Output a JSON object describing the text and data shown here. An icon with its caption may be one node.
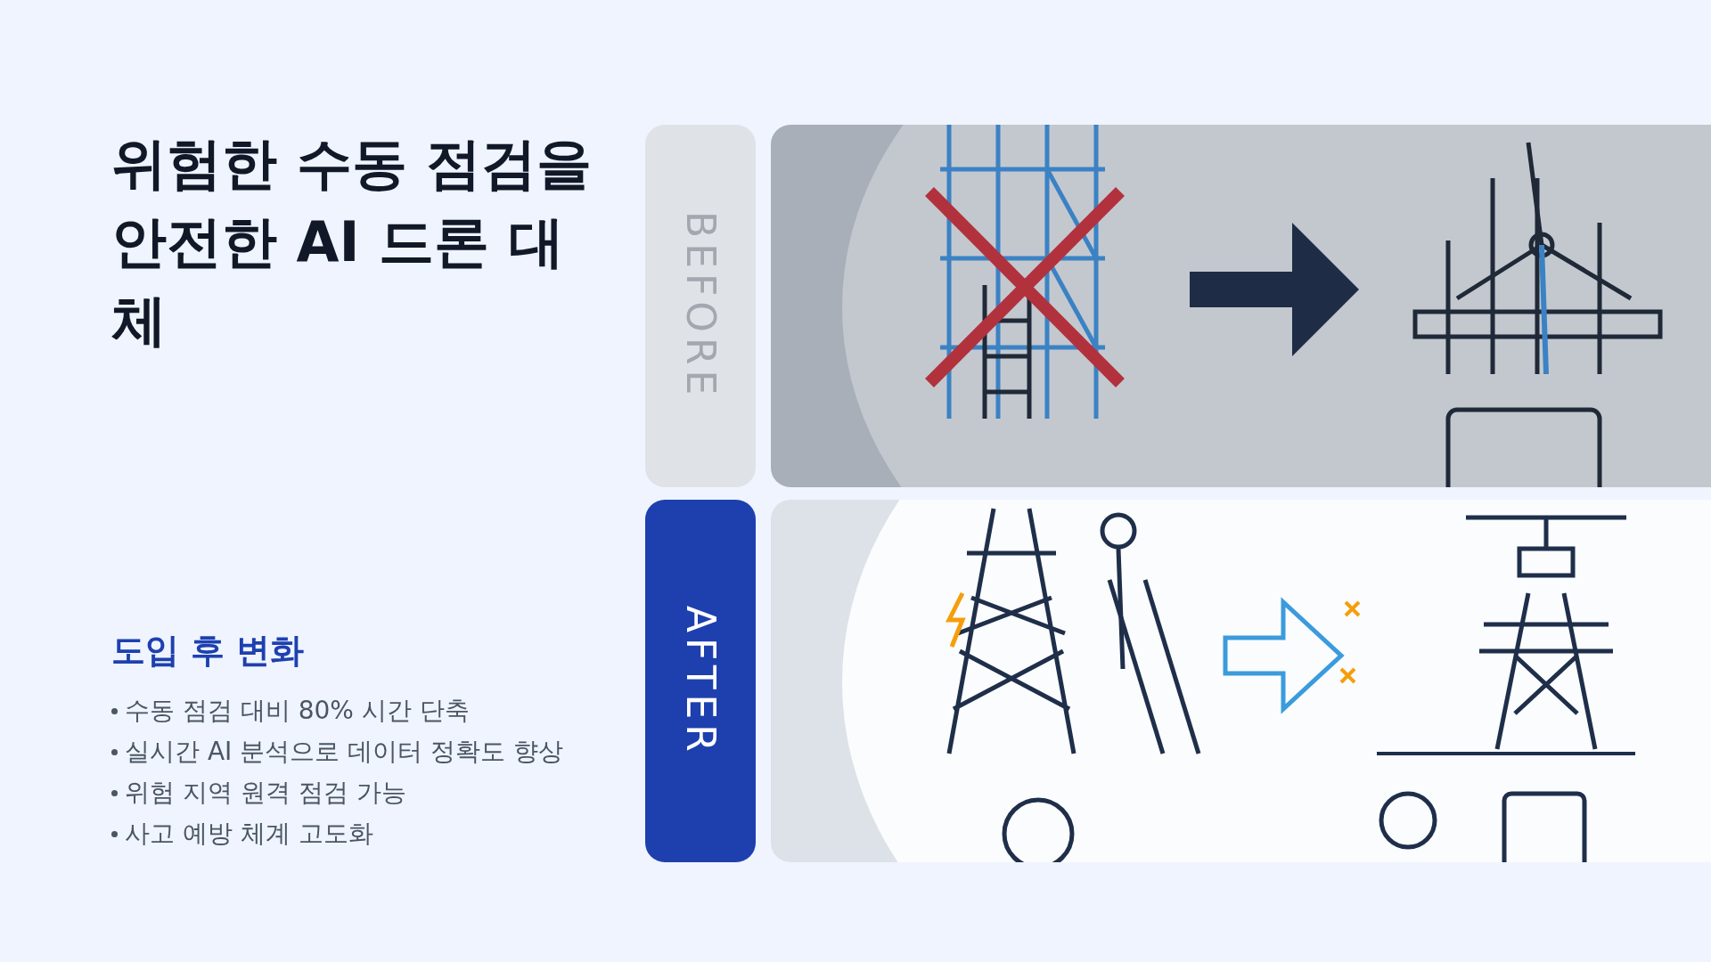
{
  "diagram": {
    "title": "위험한 수동 점검을 안전한 AI 드론 대체",
    "labels": [
      "BEFORE",
      "AFTER",
      "도입 후 변화",
      "수동 점검 대비 80% 시간 단축",
      "실시간 AI 분석으로 데이터 정확도 향상",
      "위험 지역 원격 점검 가능",
      "사고 예방 체계 고도화"
    ]
  }
}
